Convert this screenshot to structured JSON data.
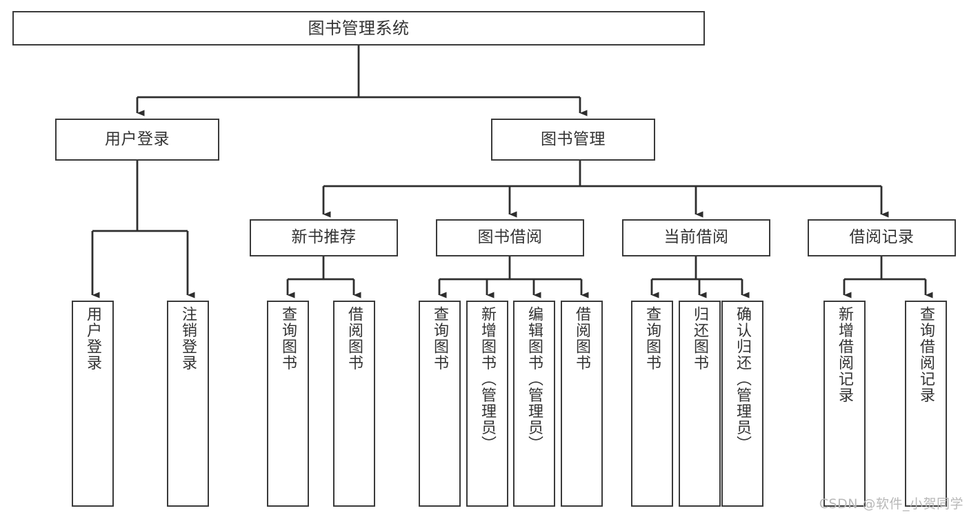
{
  "diagram": {
    "title": "图书管理系统",
    "type": "tree-hierarchy-diagram",
    "colors": {
      "stroke": "#3a3a3a",
      "text": "#333333",
      "background": "#ffffff",
      "watermark": "#b8b8b8"
    },
    "levels": {
      "root": {
        "label": "图书管理系统"
      },
      "level2": [
        {
          "label": "用户登录"
        },
        {
          "label": "图书管理"
        }
      ],
      "level3": [
        {
          "label": "新书推荐"
        },
        {
          "label": "图书借阅"
        },
        {
          "label": "当前借阅"
        },
        {
          "label": "借阅记录"
        }
      ],
      "leaves": {
        "user_login": [
          {
            "label": "用户登录"
          },
          {
            "label": "注销登录"
          }
        ],
        "new_book_recommend": [
          {
            "label": "查询图书"
          },
          {
            "label": "借阅图书"
          }
        ],
        "book_borrow": [
          {
            "label": "查询图书"
          },
          {
            "label": "新增图书（管理员）"
          },
          {
            "label": "编辑图书（管理员）"
          },
          {
            "label": "借阅图书"
          }
        ],
        "current_borrow": [
          {
            "label": "查询图书"
          },
          {
            "label": "归还图书"
          },
          {
            "label": "确认归还（管理员）"
          }
        ],
        "borrow_record": [
          {
            "label": "新增借阅记录"
          },
          {
            "label": "查询借阅记录"
          }
        ]
      }
    }
  },
  "watermark": {
    "text": "CSDN @软件_小贺同学"
  }
}
